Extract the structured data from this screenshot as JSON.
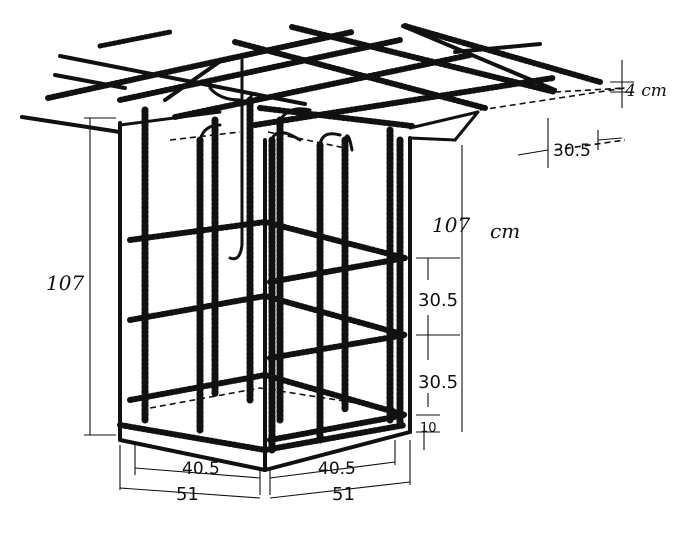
{
  "dimensions": {
    "height_left": "107",
    "height_right": "107",
    "height_unit": "cm",
    "mesh_spacing": "30.5",
    "mesh_cover": "4 cm",
    "tie_spacing_upper": "30.5",
    "tie_spacing_lower": "30.5",
    "bottom_cover": "10",
    "cage_width_left": "40.5",
    "cage_width_right": "40.5",
    "outer_width_left": "51",
    "outer_width_right": "51"
  }
}
